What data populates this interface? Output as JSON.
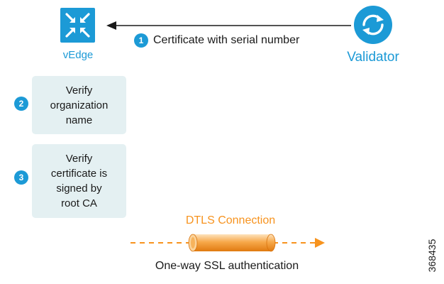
{
  "nodes": {
    "vedge": {
      "label": "vEdge",
      "icon": "router-cross-arrows-icon"
    },
    "validator": {
      "label": "Validator",
      "icon": "circular-sync-icon"
    }
  },
  "steps": [
    {
      "number": "1",
      "text": "Certificate with serial number"
    },
    {
      "number": "2",
      "text": "Verify\norganization\nname"
    },
    {
      "number": "3",
      "text": "Verify\ncertificate is\nsigned by\nroot CA"
    }
  ],
  "connection": {
    "title": "DTLS Connection",
    "caption": "One-way SSL authentication"
  },
  "figure_id": "368435",
  "colors": {
    "accent_blue": "#1c9ad6",
    "accent_orange": "#f7931e",
    "box_fill": "#e4f0f2"
  }
}
